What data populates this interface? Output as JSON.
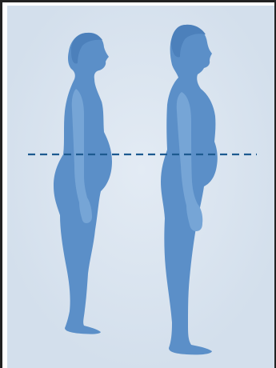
{
  "figures": [
    {
      "name": "female-silhouette",
      "facing": "right"
    },
    {
      "name": "male-silhouette",
      "facing": "right"
    }
  ],
  "reference_line": {
    "style": "dashed"
  },
  "colors": {
    "background": "#d7e2ee",
    "silhouette": "#5b8fc8",
    "silhouette_shade": "#4c80bb",
    "arm": "#76a5d6",
    "reference_line": "#1d5a90",
    "frame": "#222222"
  }
}
